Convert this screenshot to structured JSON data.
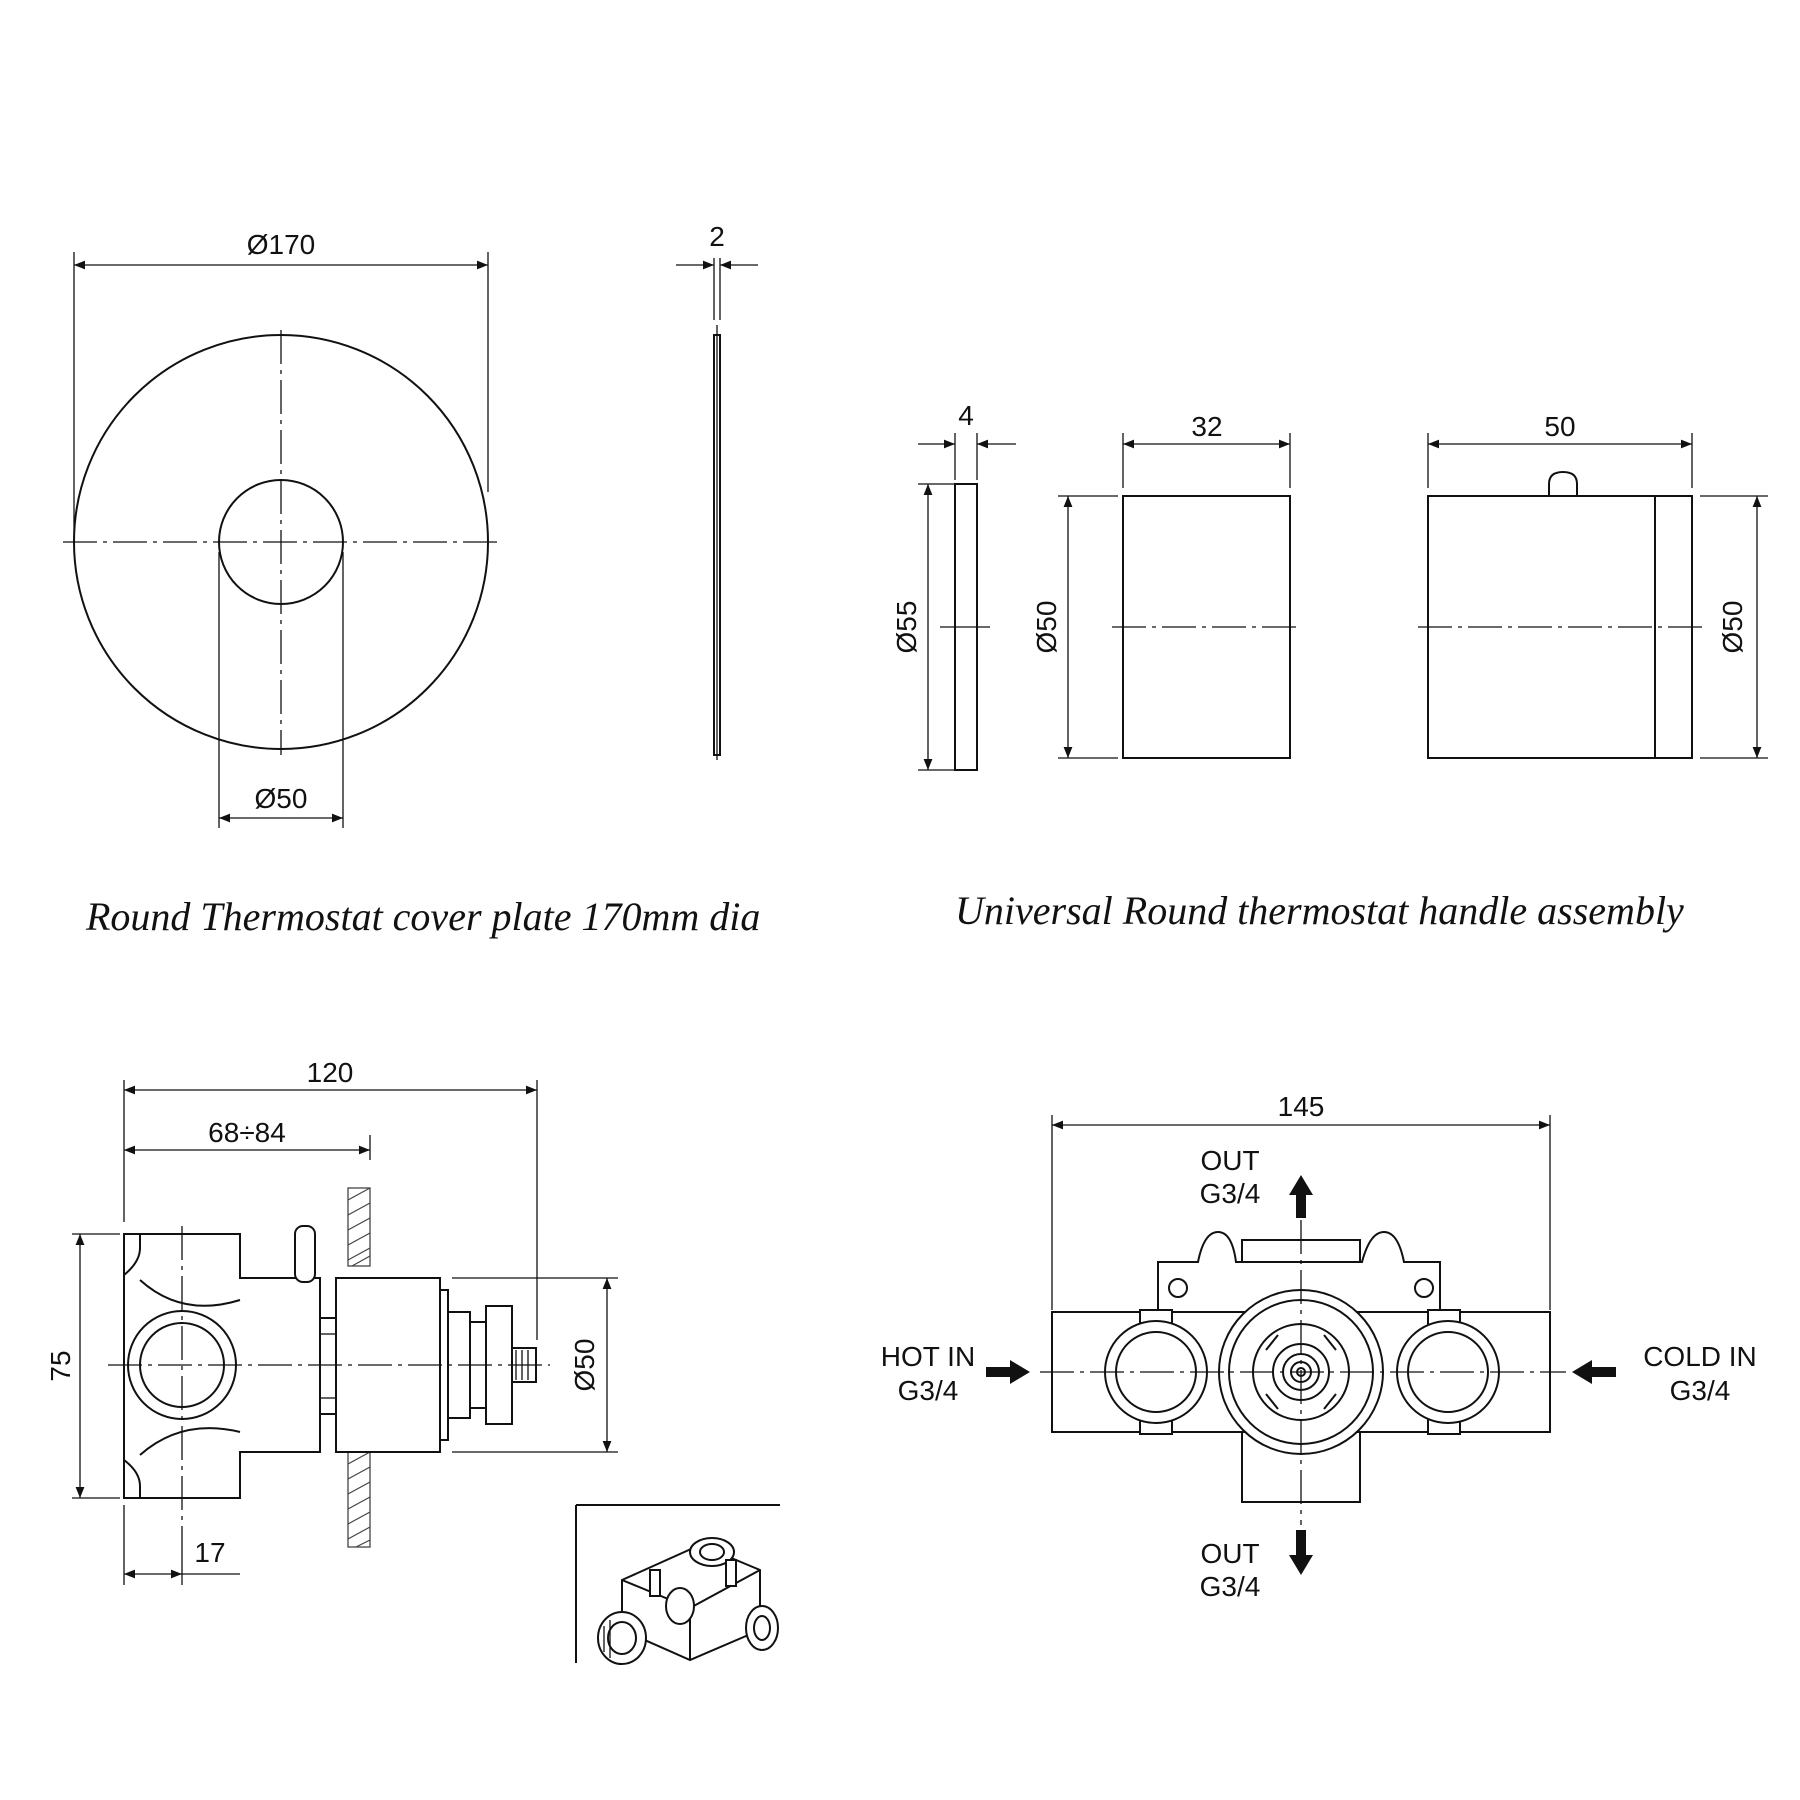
{
  "cover_plate": {
    "dim_outer": "Ø170",
    "dim_inner": "Ø50",
    "dim_thickness": "2",
    "caption": "Round Thermostat cover plate 170mm dia"
  },
  "handle_assembly": {
    "dim_ring_thickness": "4",
    "dim_ring_diameter": "Ø55",
    "dim_handle_depth": "32",
    "dim_handle_diameter_left": "Ø50",
    "dim_handle_length": "50",
    "dim_handle_diameter_right": "Ø50",
    "caption": "Universal Round thermostat handle assembly"
  },
  "valve_side": {
    "dim_overall": "120",
    "dim_wall_range": "68÷84",
    "dim_height": "75",
    "dim_diameter": "Ø50",
    "dim_offset": "17"
  },
  "valve_front": {
    "dim_width": "145",
    "out_top_label": "OUT",
    "out_top_thread": "G3/4",
    "hot_in_label": "HOT IN",
    "hot_in_thread": "G3/4",
    "cold_in_label": "COLD IN",
    "cold_in_thread": "G3/4",
    "out_bottom_label": "OUT",
    "out_bottom_thread": "G3/4"
  }
}
